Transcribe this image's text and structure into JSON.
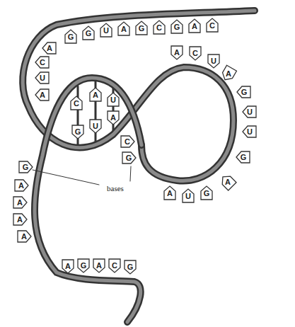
{
  "diagram": {
    "labels": [
      "G",
      "G",
      "U",
      "A",
      "G",
      "C",
      "G",
      "A",
      "C",
      "A",
      "C",
      "U",
      "A",
      "C",
      "A",
      "U",
      "G",
      "U",
      "A",
      "A",
      "C",
      "U",
      "A",
      "G",
      "U",
      "U",
      "G",
      "A",
      "G",
      "U",
      "A",
      "C",
      "G",
      "G",
      "A",
      "A",
      "A",
      "A",
      "A",
      "G",
      "A",
      "C",
      "G",
      "bases"
    ]
  }
}
